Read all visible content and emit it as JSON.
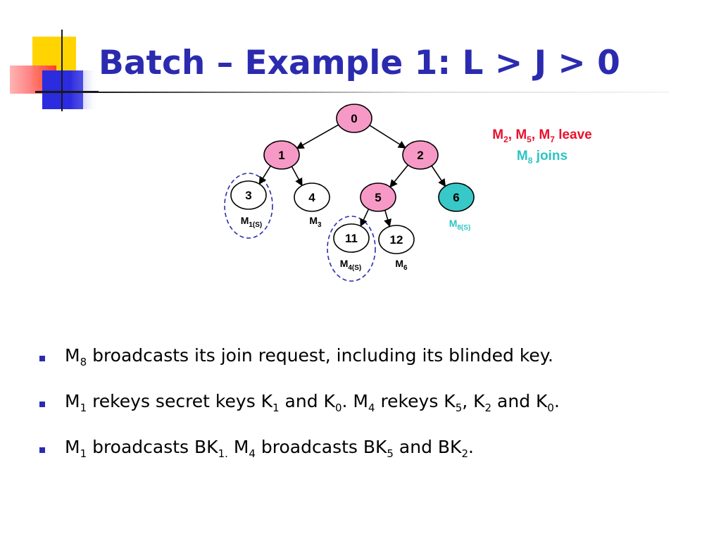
{
  "title": "Batch – Example 1: L > J > 0",
  "colors": {
    "title": "#2b2bb0",
    "node_pink": "#f799c6",
    "node_cyan": "#38c8c8",
    "node_white": "#ffffff",
    "leave_text": "#e8112d",
    "join_text": "#2ec4c4",
    "ellipse": "#2b2bb0"
  },
  "tree": {
    "nodes": [
      {
        "id": "0",
        "label": "0",
        "fill": "pink"
      },
      {
        "id": "1",
        "label": "1",
        "fill": "pink"
      },
      {
        "id": "2",
        "label": "2",
        "fill": "pink"
      },
      {
        "id": "3",
        "label": "3",
        "fill": "white"
      },
      {
        "id": "4",
        "label": "4",
        "fill": "white"
      },
      {
        "id": "5",
        "label": "5",
        "fill": "pink"
      },
      {
        "id": "6",
        "label": "6",
        "fill": "cyan"
      },
      {
        "id": "11",
        "label": "11",
        "fill": "white"
      },
      {
        "id": "12",
        "label": "12",
        "fill": "white"
      }
    ],
    "edges": [
      [
        "0",
        "1"
      ],
      [
        "0",
        "2"
      ],
      [
        "1",
        "3"
      ],
      [
        "1",
        "4"
      ],
      [
        "2",
        "5"
      ],
      [
        "2",
        "6"
      ],
      [
        "5",
        "11"
      ],
      [
        "5",
        "12"
      ]
    ],
    "members": [
      {
        "node": "3",
        "base": "M",
        "sub": "1(S)",
        "color": "black",
        "circled": true
      },
      {
        "node": "4",
        "base": "M",
        "sub": "3",
        "color": "black",
        "circled": false
      },
      {
        "node": "6",
        "base": "M",
        "sub": "8(S)",
        "color": "cyan",
        "circled": false
      },
      {
        "node": "11",
        "base": "M",
        "sub": "4(S)",
        "color": "black",
        "circled": true
      },
      {
        "node": "12",
        "base": "M",
        "sub": "6",
        "color": "black",
        "circled": false
      }
    ]
  },
  "notes": {
    "leave": {
      "m": "M",
      "s1": "2",
      "c1": ", M",
      "s2": "5",
      "c2": ", M",
      "s3": "7",
      "tail": " leave"
    },
    "join": {
      "m": "M",
      "s1": "8",
      "tail": " joins"
    }
  },
  "bullets": {
    "b1": {
      "t1": "M",
      "s1": "8",
      "t2": " broadcasts its join request, including its blinded key."
    },
    "b2": {
      "t1": "M",
      "s1": "1",
      "t2": " rekeys secret keys K",
      "s2": "1",
      "t3": " and K",
      "s3": "0",
      "t4": ". M",
      "s4": "4",
      "t5": " rekeys K",
      "s5": "5",
      "t6": ", K",
      "s6": "2",
      "t7": " and K",
      "s7": "0",
      "t8": "."
    },
    "b3": {
      "t1": "M",
      "s1": "1",
      "t2": " broadcasts BK",
      "s2": "1.",
      "t3": " M",
      "s3": "4",
      "t4": " broadcasts BK",
      "s4": "5",
      "t5": " and BK",
      "s5": "2",
      "t6": "."
    }
  }
}
